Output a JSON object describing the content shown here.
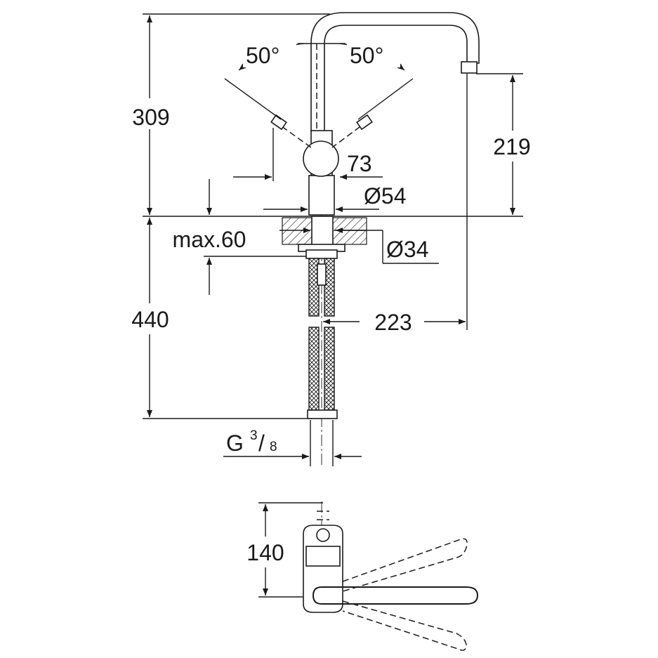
{
  "labels": {
    "angle_left": "50°",
    "angle_right": "50°",
    "height_total": "309",
    "height_spout": "219",
    "handle_height": "73",
    "dia_base": "Ø54",
    "max_mount": "max.60",
    "dia_hole": "Ø34",
    "hose_length": "440",
    "reach": "223",
    "thread_g": "G",
    "thread_num": "3",
    "thread_den": "8",
    "plan_depth": "140"
  }
}
